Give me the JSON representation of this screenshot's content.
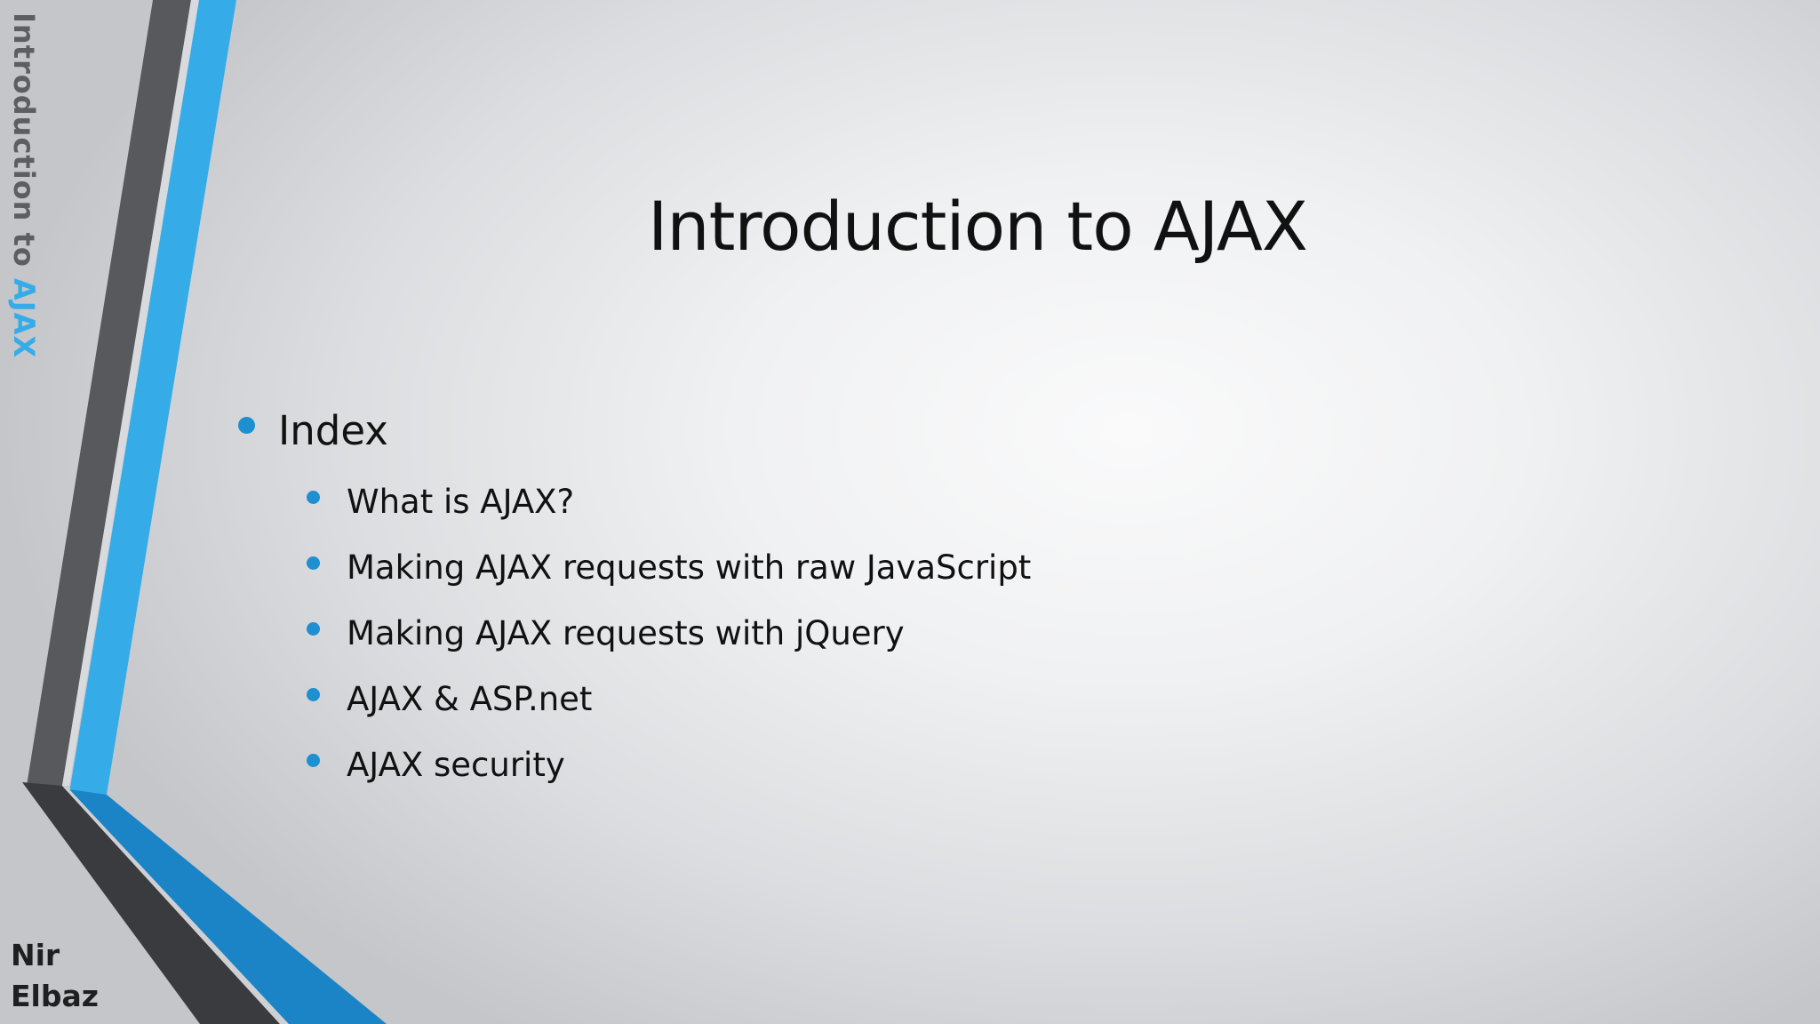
{
  "slide": {
    "side_title": "Introduction to",
    "side_title_accent": "AJAX",
    "author_first": "Nir",
    "author_last": "Elbaz",
    "title": "Introduction to AJAX",
    "bullets": [
      {
        "text": "Index",
        "children": [
          {
            "text": "What is AJAX?"
          },
          {
            "text": "Making AJAX requests with raw JavaScript"
          },
          {
            "text": "Making AJAX requests with jQuery"
          },
          {
            "text": "AJAX & ASP.net"
          },
          {
            "text": "AJAX security"
          }
        ]
      }
    ]
  },
  "colors": {
    "accent": "#35ace8",
    "bullet": "#1e8fd0",
    "dark_stripe": "#4f5054",
    "text": "#111111"
  }
}
